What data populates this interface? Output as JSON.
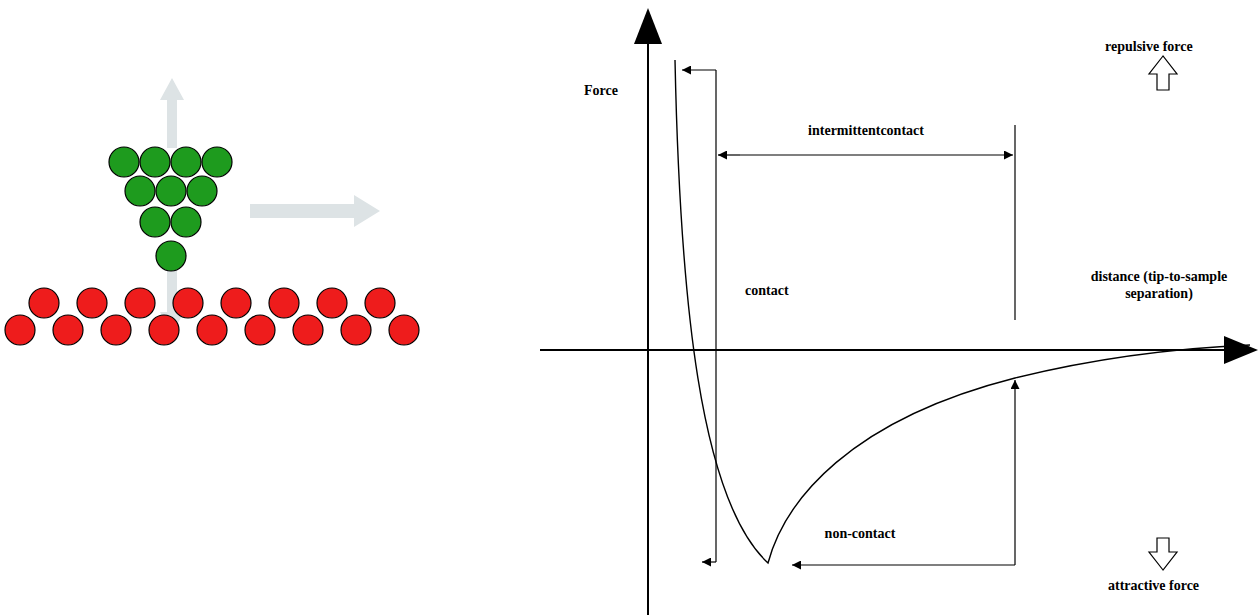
{
  "diagram": {
    "labels": [
      "repulsive force",
      "Force",
      "intermittentcontact",
      "distance (tip-to-sample separation)",
      "contact",
      "non-contact",
      "attractive force"
    ]
  }
}
